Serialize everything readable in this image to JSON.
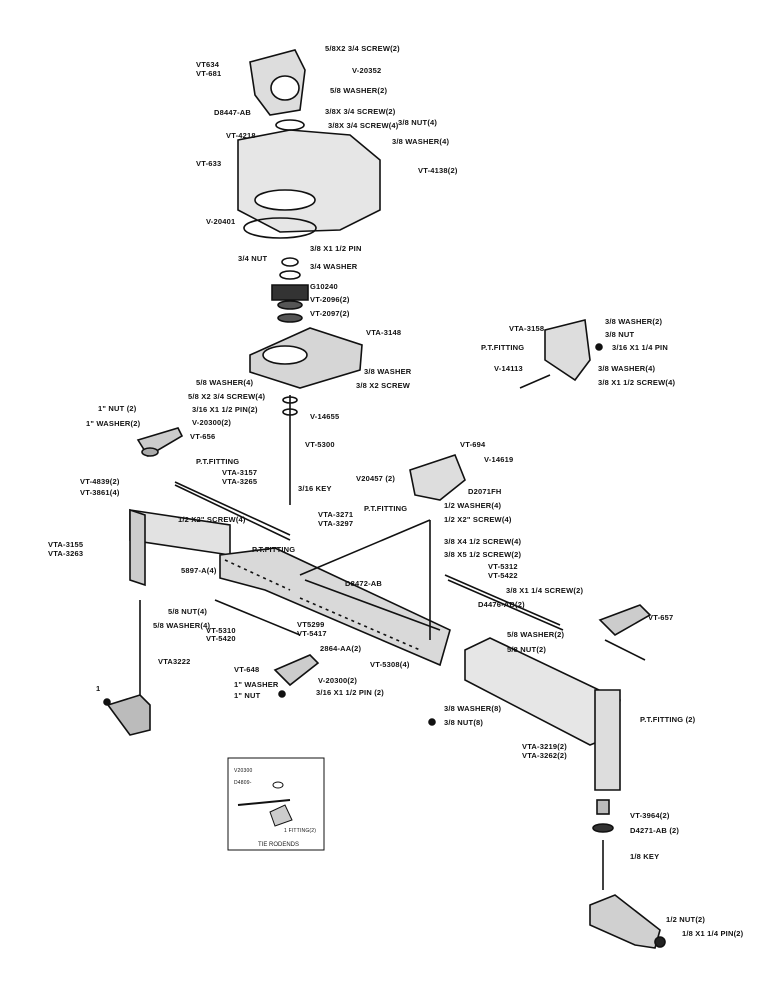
{
  "labels": {
    "vt634": "VT634",
    "vt681": "VT-681",
    "screw_top": "5/8X2 3/4 SCREW(2)",
    "v20352": "V-20352",
    "washer_top": "5/8 WASHER(2)",
    "d8447": "D8447-AB",
    "screw2": "3/8X 3/4 SCREW(2)",
    "screw4": "3/8X 3/4 SCREW(4)",
    "nut4": "3/8 NUT(4)",
    "vt4218": "VT-4218",
    "washer4": "3/8 WASHER(4)",
    "vt633": "VT-633",
    "vt4138": "VT-4138(2)",
    "v20401": "V-20401",
    "pin_a": "3/8 X1 1/2 PIN",
    "nut_a": "3/4 NUT",
    "washer_a": "3/4 WASHER",
    "g10240": "G10240",
    "vt2096": "VT-2096(2)",
    "vt2097": "VT-2097(2)",
    "vta3148": "VTA-3148",
    "washer_b": "3/8 WASHER",
    "screw_b": "3/8 X2 SCREW",
    "vta3158": "VTA-3158",
    "washer2_r": "3/8 WASHER(2)",
    "nut_r": "3/8 NUT",
    "pin_r": "3/16 X1 1/4 PIN",
    "ptfit_r": "P.T.FITTING",
    "v14113": "V-14113",
    "washer4_r": "3/8 WASHER(4)",
    "screw4_r": "3/8 X1 1/2 SCREW(4)",
    "washer4_b": "5/8 WASHER(4)",
    "screw4_b": "5/8 X2 3/4 SCREW(4)",
    "pin2_a": "3/16 X1 1/2 PIN(2)",
    "nut1": "1\" NUT (2)",
    "v20300": "V-20300(2)",
    "v14655": "V-14655",
    "washer1": "1\" WASHER(2)",
    "vt656": "VT-656",
    "vt5300": "VT-5300",
    "vt694": "VT-694",
    "v14619": "V-14619",
    "ptfit_m": "P.T.FITTING",
    "vta3157": "VTA-3157",
    "vta3265": "VTA-3265",
    "key": "3/16 KEY",
    "v20457": "V20457 (2)",
    "d2071": "D2071FH",
    "vt4839": "VT-4839(2)",
    "vt3861": "VT-3861(4)",
    "vta3271": "VTA-3271",
    "vta3297": "VTA-3297",
    "ptfit_c": "P.T.FITTING",
    "washer4_c": "1/2 WASHER(4)",
    "screw4_c": "1/2 X2\" SCREW(4)",
    "screw4_l": "1/2 X2\" SCREW(4)",
    "vta3155": "VTA-3155",
    "vta3263": "VTA-3263",
    "ptfit_c2": "P.T.FITTING",
    "screw4_d": "3/8 X4 1/2 SCREW(4)",
    "screw2_d": "3/8 X5 1/2 SCREW(2)",
    "vt5312": "VT-5312",
    "vt5422": "VT-5422",
    "s5897": "5897-A(4)",
    "d8472": "D8472-AB",
    "screw2_e": "3/8 X1 1/4 SCREW(2)",
    "d4476": "D4476-AB(2)",
    "nut4_l": "5/8 NUT(4)",
    "washer4_l": "5/8 WASHER(4)",
    "vt5310": "VT-5310",
    "vt5420": "VT-5420",
    "vt5299": "VT5299",
    "vt5417": "VT-5417",
    "s2864": "2864-AA(2)",
    "washer2_e": "5/8 WASHER(2)",
    "nut2_e": "5/8 NUT(2)",
    "vt657": "VT-657",
    "vta3222": "VTA3222",
    "vt648": "VT-648",
    "v20300b": "V-20300(2)",
    "washer1b": "1\" WASHER",
    "nut1b": "1\" NUT",
    "pin2_b": "3/16 X1 1/2 PIN (2)",
    "vt5308": "VT-5308(4)",
    "washer8": "3/8 WASHER(8)",
    "nut8": "3/8 NUT(8)",
    "ptfit2": "P.T.FITTING (2)",
    "vta3219": "VTA-3219(2)",
    "vta3262": "VTA-3262(2)",
    "vt3964": "VT-3964(2)",
    "d4271": "D4271-AB (2)",
    "key2": "1/8 KEY",
    "nut2_f": "1/2 NUT(2)",
    "pin2_f": "1/8 X1 1/4 PIN(2)",
    "inset_v20300": "V20300",
    "inset_d": "D4809-",
    "inset_fitting": "1 FITTING(2)",
    "inset_title": "TIE RODENDS",
    "label_1": "1"
  }
}
